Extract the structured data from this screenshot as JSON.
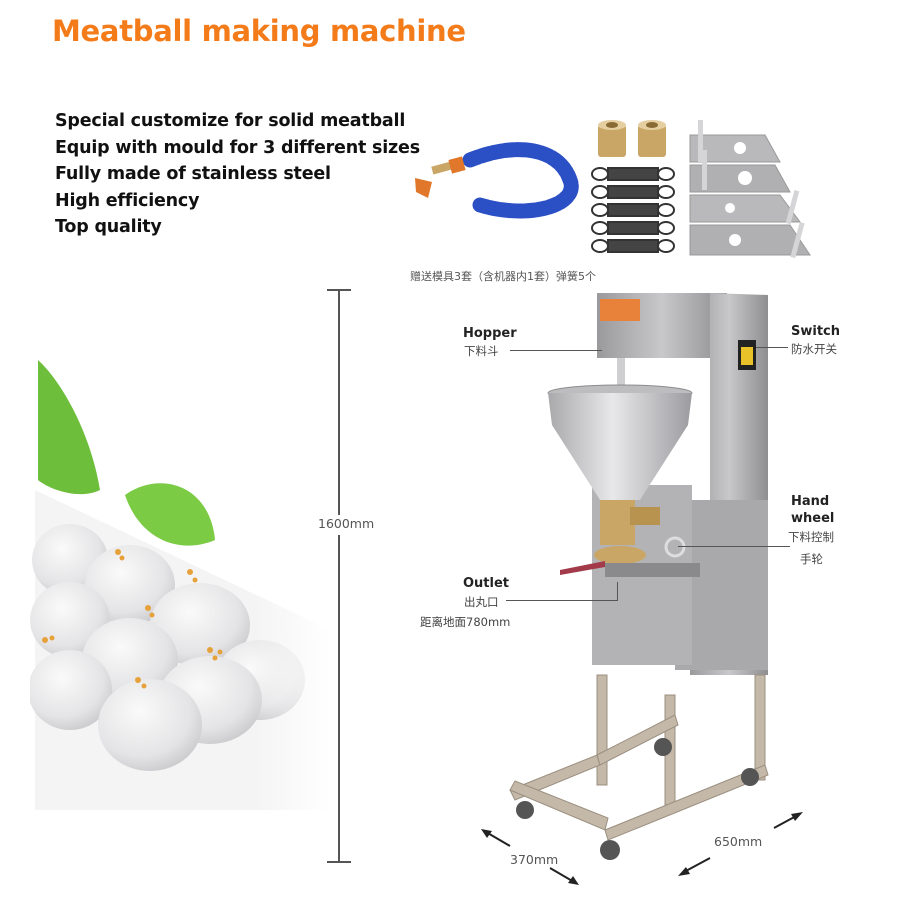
{
  "page": {
    "title": "Meatball making machine",
    "title_color": "#F47B1A",
    "features": [
      "Special customize for solid meatball",
      "Equip with mould for 3 different sizes",
      "Fully made of stainless steel",
      "High efficiency",
      "Top quality"
    ]
  },
  "accessories": {
    "caption": "赠送模具3套（含机器内1套）弹簧5个",
    "items": [
      "coolant-hose",
      "brass-bushings",
      "springs",
      "mould-plates"
    ]
  },
  "machine": {
    "labels": {
      "hopper": {
        "en": "Hopper",
        "cn": "下料斗"
      },
      "switch": {
        "en": "Switch",
        "cn": "防水开关"
      },
      "hand_wheel": {
        "en_line1": "Hand",
        "en_line2": "wheel",
        "cn_line1": "下料控制",
        "cn_line2": "手轮"
      },
      "outlet": {
        "en": "Outlet",
        "cn": "出丸口",
        "height_note": "距离地面780mm"
      }
    },
    "dimensions": {
      "height": "1600mm",
      "depth": "370mm",
      "width": "650mm"
    }
  },
  "colors": {
    "accent": "#F47B1A",
    "hose_blue": "#2B4FC4",
    "steel": "#B9B9BB",
    "brass": "#C9A566",
    "lettuce": "#6DBE3A"
  }
}
